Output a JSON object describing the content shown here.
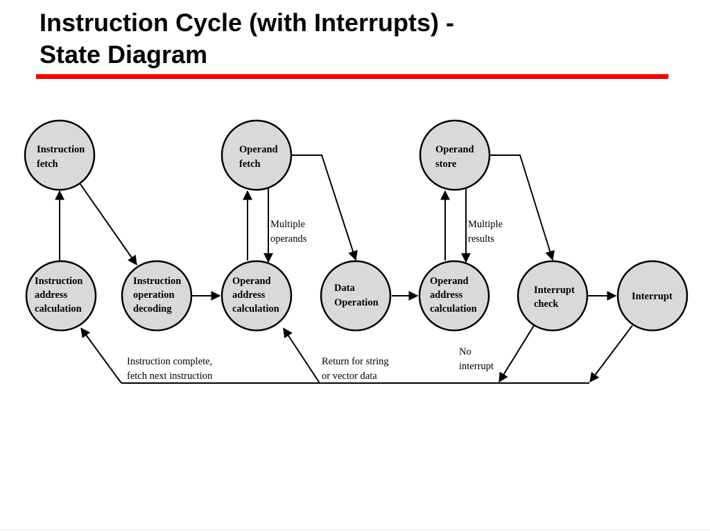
{
  "slide": {
    "title_line1": "Instruction Cycle (with Interrupts) -",
    "title_line2": "State Diagram",
    "accent_color": "#ff0000"
  },
  "diagram": {
    "nodes": {
      "instruction_fetch": [
        "Instruction",
        "fetch"
      ],
      "operand_fetch": [
        "Operand",
        "fetch"
      ],
      "operand_store": [
        "Operand",
        "store"
      ],
      "instruction_address_calculation": [
        "Instruction",
        "address",
        "calculation"
      ],
      "instruction_operation_decoding": [
        "Instruction",
        "operation",
        "decoding"
      ],
      "operand_address_calculation_1": [
        "Operand",
        "address",
        "calculation"
      ],
      "data_operation": [
        "Data",
        "Operation"
      ],
      "operand_address_calculation_2": [
        "Operand",
        "address",
        "calculation"
      ],
      "interrupt_check": [
        "Interrupt",
        "check"
      ],
      "interrupt": [
        "Interrupt"
      ]
    },
    "edge_labels": {
      "multiple_operands": [
        "Multiple",
        "operands"
      ],
      "multiple_results": [
        "Multiple",
        "results"
      ],
      "instruction_complete": [
        "Instruction complete,",
        "fetch next instruction"
      ],
      "return_for_string": [
        "Return for string",
        "or vector data"
      ],
      "no_interrupt": [
        "No",
        "interrupt"
      ]
    }
  }
}
